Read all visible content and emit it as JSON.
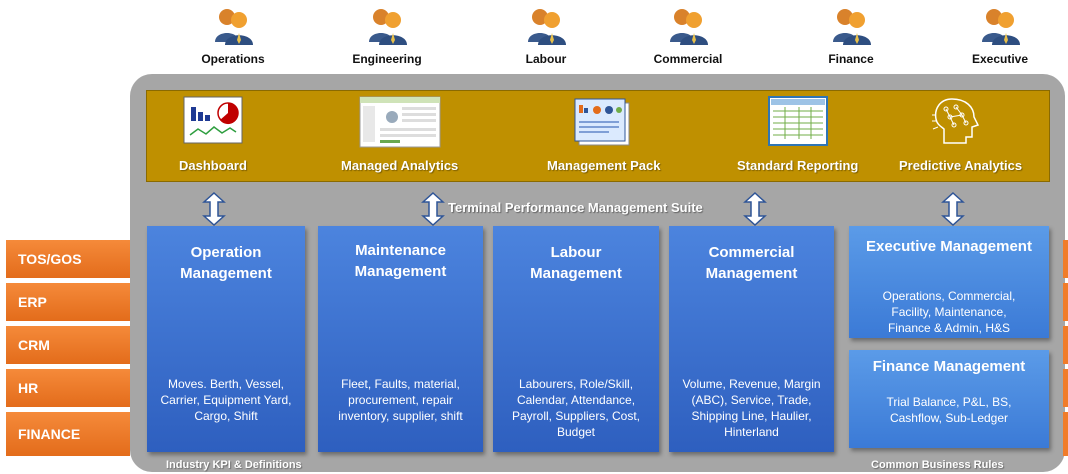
{
  "roles": [
    "Operations",
    "Engineering",
    "Labour",
    "Commercial",
    "Finance",
    "Executive"
  ],
  "tools": [
    {
      "label": "Dashboard",
      "icon": "dashboard-chart-icon"
    },
    {
      "label": "Managed Analytics",
      "icon": "analytics-screenshot-icon"
    },
    {
      "label": "Management Pack",
      "icon": "report-pack-icon"
    },
    {
      "label": "Standard Reporting",
      "icon": "spreadsheet-icon"
    },
    {
      "label": "Predictive Analytics",
      "icon": "ai-head-icon"
    }
  ],
  "suite_label": "Terminal Performance Management Suite",
  "modules": [
    {
      "title": "Operation Management",
      "desc": "Moves. Berth, Vessel, Carrier, Equipment Yard, Cargo, Shift"
    },
    {
      "title": "Maintenance Management",
      "desc": "Fleet, Faults, material, procurement, repair inventory, supplier, shift"
    },
    {
      "title": "Labour Management",
      "desc": "Labourers, Role/Skill, Calendar, Attendance, Payroll, Suppliers, Cost, Budget"
    },
    {
      "title": "Commercial Management",
      "desc": "Volume, Revenue, Margin (ABC), Service, Trade, Shipping Line, Haulier, Hinterland"
    }
  ],
  "executive": {
    "title": "Executive Management",
    "desc": "Operations, Commercial, Facility, Maintenance, Finance & Admin, H&S"
  },
  "finance": {
    "title": "Finance Management",
    "desc": "Trial Balance, P&L, BS, Cashflow, Sub-Ledger"
  },
  "sources": [
    "TOS/GOS",
    "ERP",
    "CRM",
    "HR",
    "FINANCE"
  ],
  "footer": {
    "left": "Industry KPI & Definitions",
    "right": "Common Business Rules"
  },
  "colors": {
    "gold": "#bf9000",
    "grey": "#a6a6a6",
    "blue": "#3a6fd0",
    "orange": "#ed7d31"
  }
}
